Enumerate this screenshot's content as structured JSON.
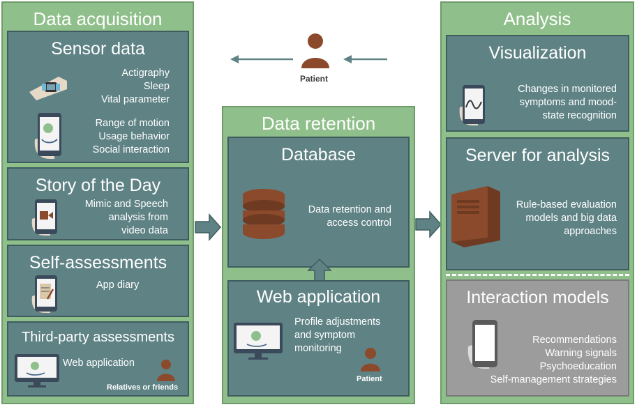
{
  "top_patient": "Patient",
  "acquisition": {
    "title": "Data acquisition",
    "sensor": {
      "title": "Sensor data",
      "group1": [
        "Actigraphy",
        "Sleep",
        "Vital parameter"
      ],
      "group2": [
        "Range of motion",
        "Usage behavior",
        "Social interaction"
      ]
    },
    "story": {
      "title": "Story of the Day",
      "lines": [
        "Mimic and Speech",
        "analysis from",
        "video data"
      ]
    },
    "self": {
      "title": "Self-assessments",
      "lines": [
        "App diary"
      ]
    },
    "third": {
      "title": "Third-party assessments",
      "web": "Web application",
      "relatives": "Relatives or friends"
    }
  },
  "retention": {
    "title": "Data retention",
    "database": {
      "title": "Database",
      "lines": [
        "Data retention and",
        "access control"
      ]
    },
    "webapp": {
      "title": "Web application",
      "lines": [
        "Profile adjustments",
        "and symptom",
        "monitoring"
      ],
      "patient": "Patient"
    }
  },
  "analysis": {
    "title": "Analysis",
    "visualization": {
      "title": "Visualization",
      "lines": [
        "Changes in monitored",
        "symptoms and mood-",
        "state recognition"
      ]
    },
    "server": {
      "title": "Server for analysis",
      "lines": [
        "Rule-based evaluation",
        "models and big data",
        "approaches"
      ]
    },
    "interaction": {
      "title": "Interaction models",
      "lines": [
        "Recommendations",
        "Warning signals",
        "Psychoeducation",
        "Self-management strategies"
      ]
    }
  },
  "colors": {
    "column_green": "#8fbf8a",
    "panel_teal": "#5f8285",
    "interaction_gray": "#9c9c9c",
    "brown": "#8b4a2b",
    "arrow": "#5f8285"
  }
}
